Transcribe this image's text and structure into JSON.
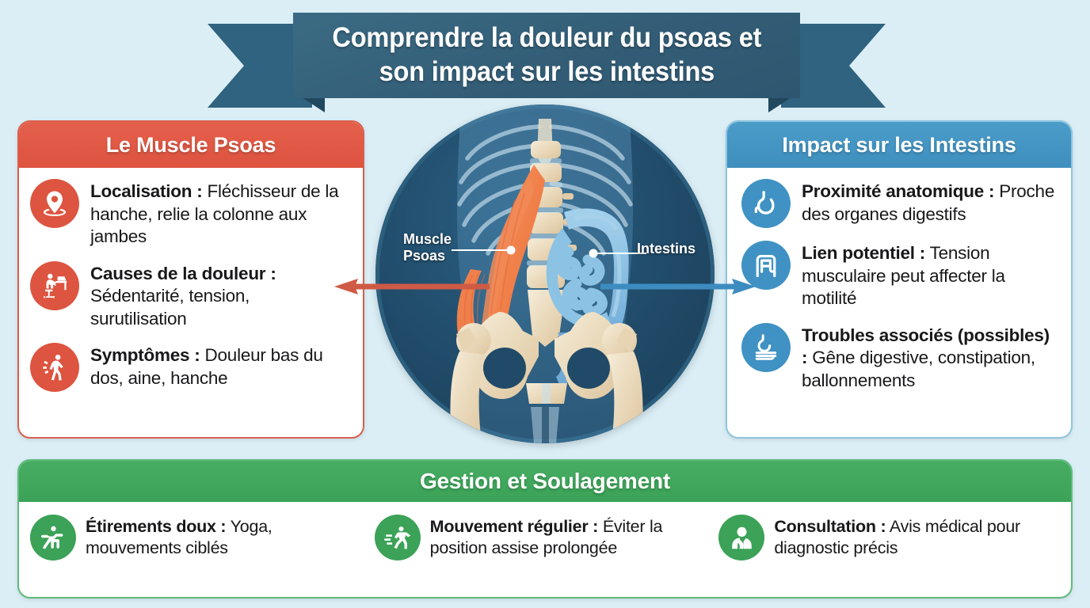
{
  "background_color": "#dbeef6",
  "banner": {
    "title": "Comprendre la douleur du psoas et\nson impact sur les intestins",
    "color": "#37647d"
  },
  "cards": {
    "psoas": {
      "header": "Le Muscle Psoas",
      "accent_color": "#dd5440",
      "items": [
        {
          "icon": "location-pin-icon",
          "bold": "Localisation :",
          "text": " Fléchisseur de la hanche, relie la colonne aux jambes"
        },
        {
          "icon": "sitting-desk-icon",
          "bold": "Causes de la douleur :",
          "text": " Sédentarité, tension, surutilisation"
        },
        {
          "icon": "back-pain-icon",
          "bold": "Symptômes :",
          "text": " Douleur bas du dos, aine, hanche"
        }
      ]
    },
    "intestins": {
      "header": "Impact sur les Intestins",
      "accent_color": "#3f92c3",
      "items": [
        {
          "icon": "stomach-icon",
          "bold": "Proximité anatomique :",
          "text": " Proche des organes digestifs"
        },
        {
          "icon": "colon-icon",
          "bold": "Lien potentiel :",
          "text": " Tension musculaire peut affecter la motilité"
        },
        {
          "icon": "digestive-system-icon",
          "bold": "Troubles associés (possibles) :",
          "text": " Gêne digestive, constipation, ballonnements"
        }
      ]
    },
    "gestion": {
      "header": "Gestion et Soulagement",
      "accent_color": "#3ba257",
      "items": [
        {
          "icon": "yoga-stretch-icon",
          "bold": "Étirements doux :",
          "text": " Yoga, mouvements ciblés"
        },
        {
          "icon": "running-person-icon",
          "bold": "Mouvement régulier :",
          "text": " Éviter la position assise prolongée"
        },
        {
          "icon": "doctor-icon",
          "bold": "Consultation :",
          "text": " Avis médical pour diagnostic précis"
        }
      ]
    }
  },
  "illustration": {
    "label_psoas": "Muscle\nPsoas",
    "label_intestins": "Intestins",
    "circle_color": "#204a68",
    "muscle_color": "#f08050",
    "intestine_color": "#7fb9e0",
    "bone_color": "#ecdcc0"
  },
  "arrows": {
    "left": {
      "direction": "left",
      "color": "#cf5a45"
    },
    "right": {
      "direction": "right",
      "color": "#3d8cc0"
    }
  }
}
